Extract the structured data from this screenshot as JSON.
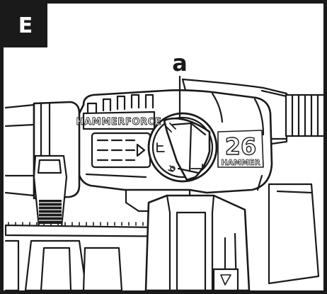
{
  "panel": {
    "letter": "E"
  },
  "callout": {
    "label": "a"
  },
  "tool": {
    "brand": "HAMMERFORCE",
    "model_number": "26",
    "model_word": "HAMMER"
  },
  "colors": {
    "ink": "#1a1a1a",
    "body": "#ffffff",
    "badge_text": "#ffffff"
  }
}
